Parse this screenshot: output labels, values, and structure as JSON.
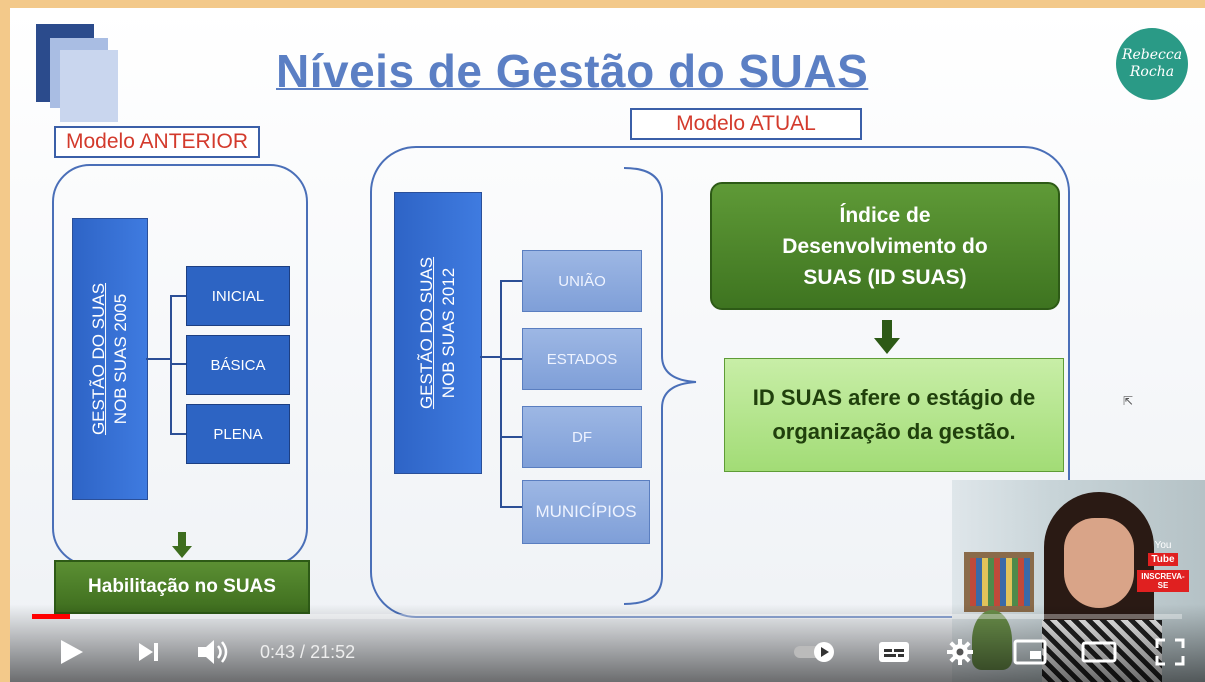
{
  "slide": {
    "title": "Níveis de Gestão do SUAS",
    "logo_line1": "Rebecca",
    "logo_line2": "Rocha",
    "left": {
      "label": "Modelo ANTERIOR",
      "bar_line1": "GESTÃO DO SUAS",
      "bar_line2": "NOB SUAS 2005",
      "levels": [
        "INICIAL",
        "BÁSICA",
        "PLENA"
      ],
      "result": "Habilitação no SUAS"
    },
    "right": {
      "label": "Modelo ATUAL",
      "bar_line1": "GESTÃO DO SUAS",
      "bar_line2": "NOB SUAS 2012",
      "levels": [
        "UNIÃO",
        "ESTADOS",
        "DF",
        "MUNICÍPIOS"
      ],
      "index_box": "Índice de Desenvolvimento do SUAS (ID SUAS)",
      "result_box": "ID SUAS afere o estágio de organização da gestão."
    }
  },
  "webcam": {
    "badge_you": "You",
    "badge_tube": "Tube",
    "badge_subscribe": "INSCREVA-SE"
  },
  "player": {
    "current_time": "0:43",
    "separator": " / ",
    "duration": "21:52",
    "progress_fraction": 0.033,
    "buffered_fraction": 0.05,
    "accent_color": "#ff0000"
  }
}
